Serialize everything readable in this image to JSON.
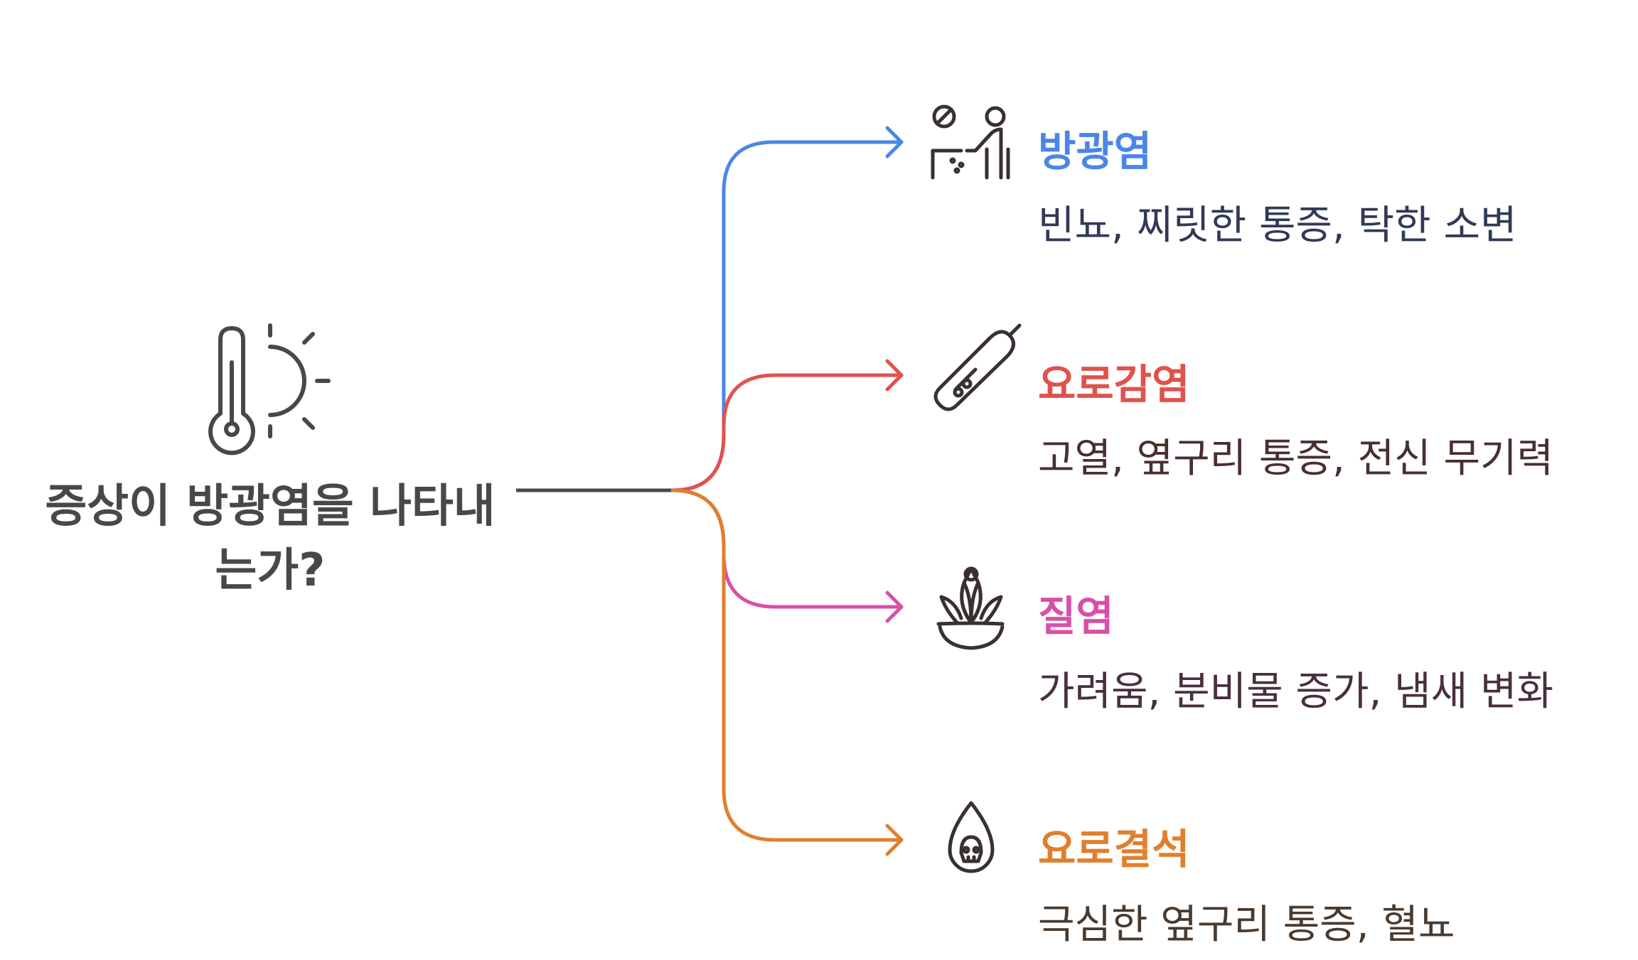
{
  "question": "증상이 방광염을 나타내는가?",
  "items": [
    {
      "title": "방광염",
      "desc": "빈뇨, 찌릿한 통증, 탁한 소변",
      "color": "#4a86e8",
      "desc_color": "#2e3a57",
      "icon": "toilet-person-icon"
    },
    {
      "title": "요로감염",
      "desc": "고열, 옆구리 통증, 전신 무기력",
      "color": "#e0524c",
      "desc_color": "#4a2e2e",
      "icon": "thermometer-icon"
    },
    {
      "title": "질염",
      "desc": "가려움, 분비물 증가, 냄새 변화",
      "color": "#d94fa6",
      "desc_color": "#4a2e3f",
      "icon": "plant-bowl-icon"
    },
    {
      "title": "요로결석",
      "desc": "극심한 옆구리 통증, 혈뇨",
      "color": "#e07f2c",
      "desc_color": "#4a3a2e",
      "icon": "poison-drop-icon"
    }
  ],
  "icons": {
    "main": "thermometer-sun-icon"
  },
  "colors": {
    "trunk": "#484848",
    "icon": "#3a3030"
  }
}
